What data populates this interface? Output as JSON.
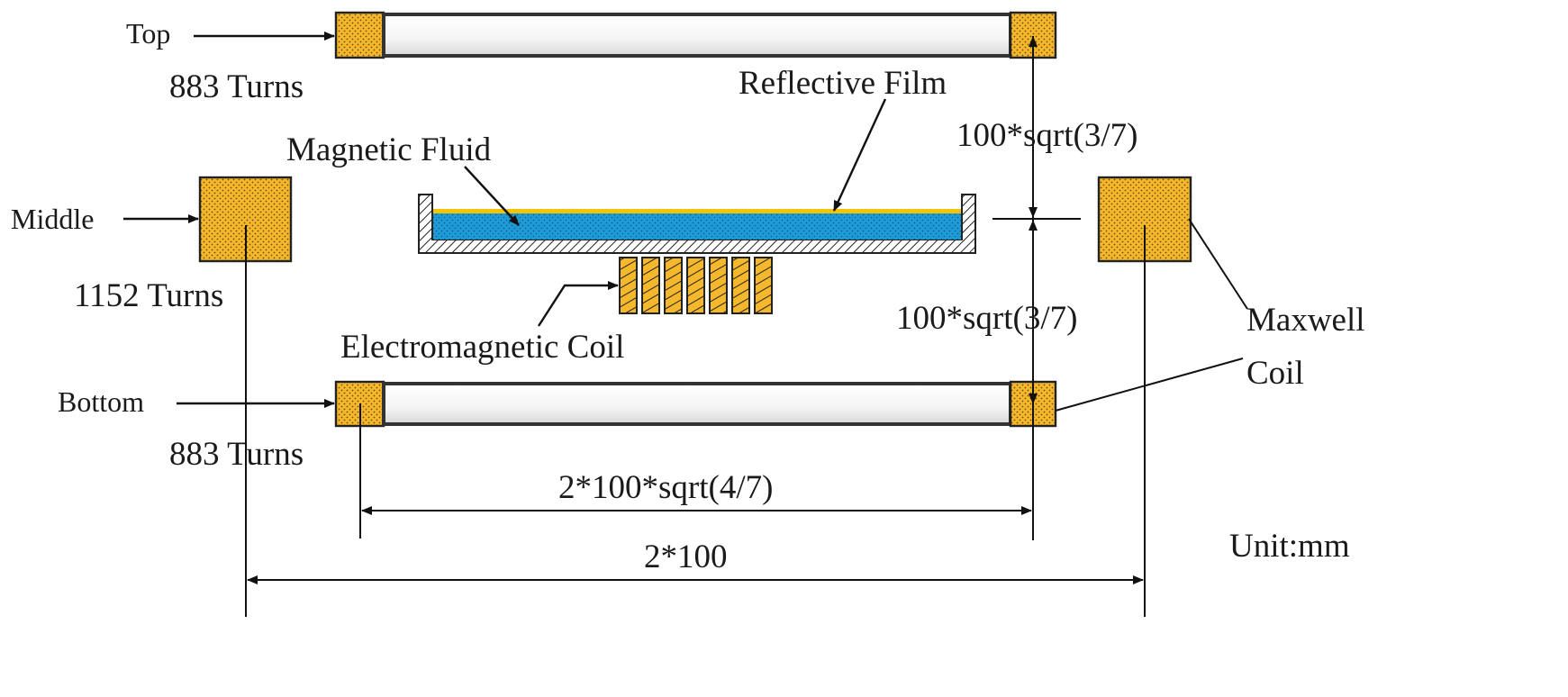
{
  "colors": {
    "coil_fill": "#f5b72c",
    "coil_dots": "#6b4a0a",
    "fluid_fill": "#1e9bd7",
    "film_color": "#f5c400",
    "bar_fill": "#f4f4f4",
    "line_color": "#111111"
  },
  "labels": {
    "top": "Top",
    "top_turns": "883 Turns",
    "middle": "Middle",
    "middle_turns": "1152 Turns",
    "bottom": "Bottom",
    "bottom_turns": "883 Turns",
    "reflective_film": "Reflective Film",
    "magnetic_fluid": "Magnetic Fluid",
    "electromagnetic_coil": "Electromagnetic Coil",
    "maxwell_coil_line1": "Maxwell",
    "maxwell_coil_line2": "Coil",
    "unit": "Unit:mm"
  },
  "dimensions": {
    "upper_gap": "100*sqrt(3/7)",
    "lower_gap": "100*sqrt(3/7)",
    "side_coil_span": "2*100*sqrt(4/7)",
    "middle_coil_span": "2*100"
  }
}
